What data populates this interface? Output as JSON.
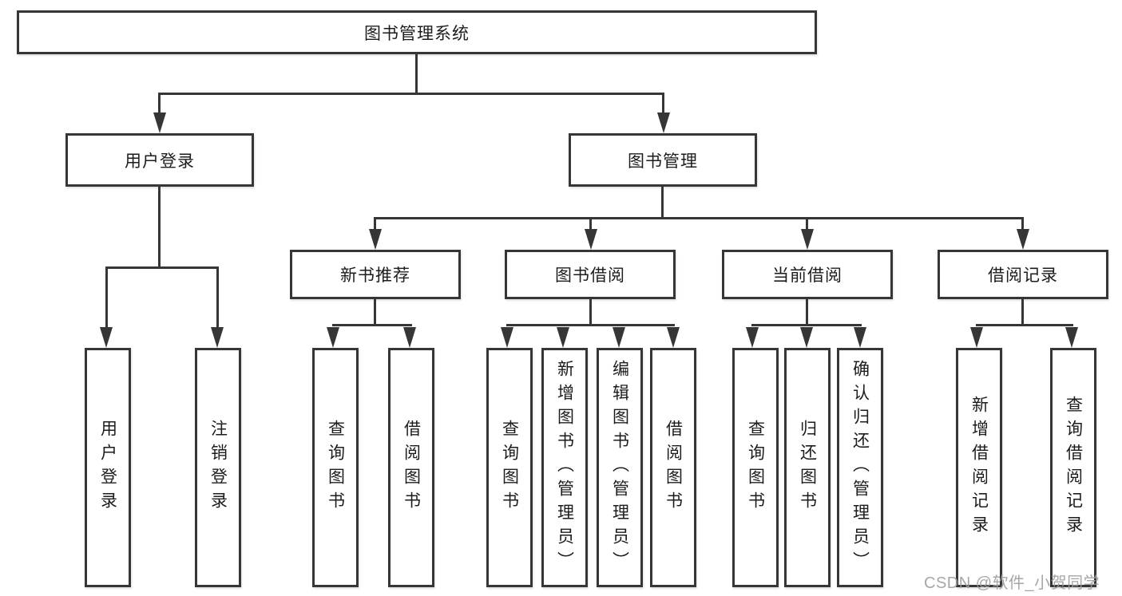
{
  "nodes": {
    "root": "图书管理系统",
    "user_login": "用户登录",
    "book_mgmt": "图书管理",
    "new_book_rec": "新书推荐",
    "book_borrow": "图书借阅",
    "current_borrow": "当前借阅",
    "borrow_records": "借阅记录",
    "leaf_user_login": "用户登录",
    "leaf_logout": "注销登录",
    "leaf_query_book_rec": "查询图书",
    "leaf_borrow_book_rec": "借阅图书",
    "leaf_query_book_borrow": "查询图书",
    "leaf_add_book": "新增图书（管理员）",
    "leaf_edit_book": "编辑图书（管理员）",
    "leaf_borrow_book": "借阅图书",
    "leaf_query_book_current": "查询图书",
    "leaf_return_book": "归还图书",
    "leaf_confirm_return": "确认归还（管理员）",
    "leaf_add_borrow_record": "新增借阅记录",
    "leaf_query_borrow_record": "查询借阅记录"
  },
  "watermark": "CSDN @软件_小贺同学",
  "colors": {
    "line": "#363636",
    "text": "#1c1c1c",
    "watermark": "#9d9d9d",
    "background": "#ffffff"
  }
}
